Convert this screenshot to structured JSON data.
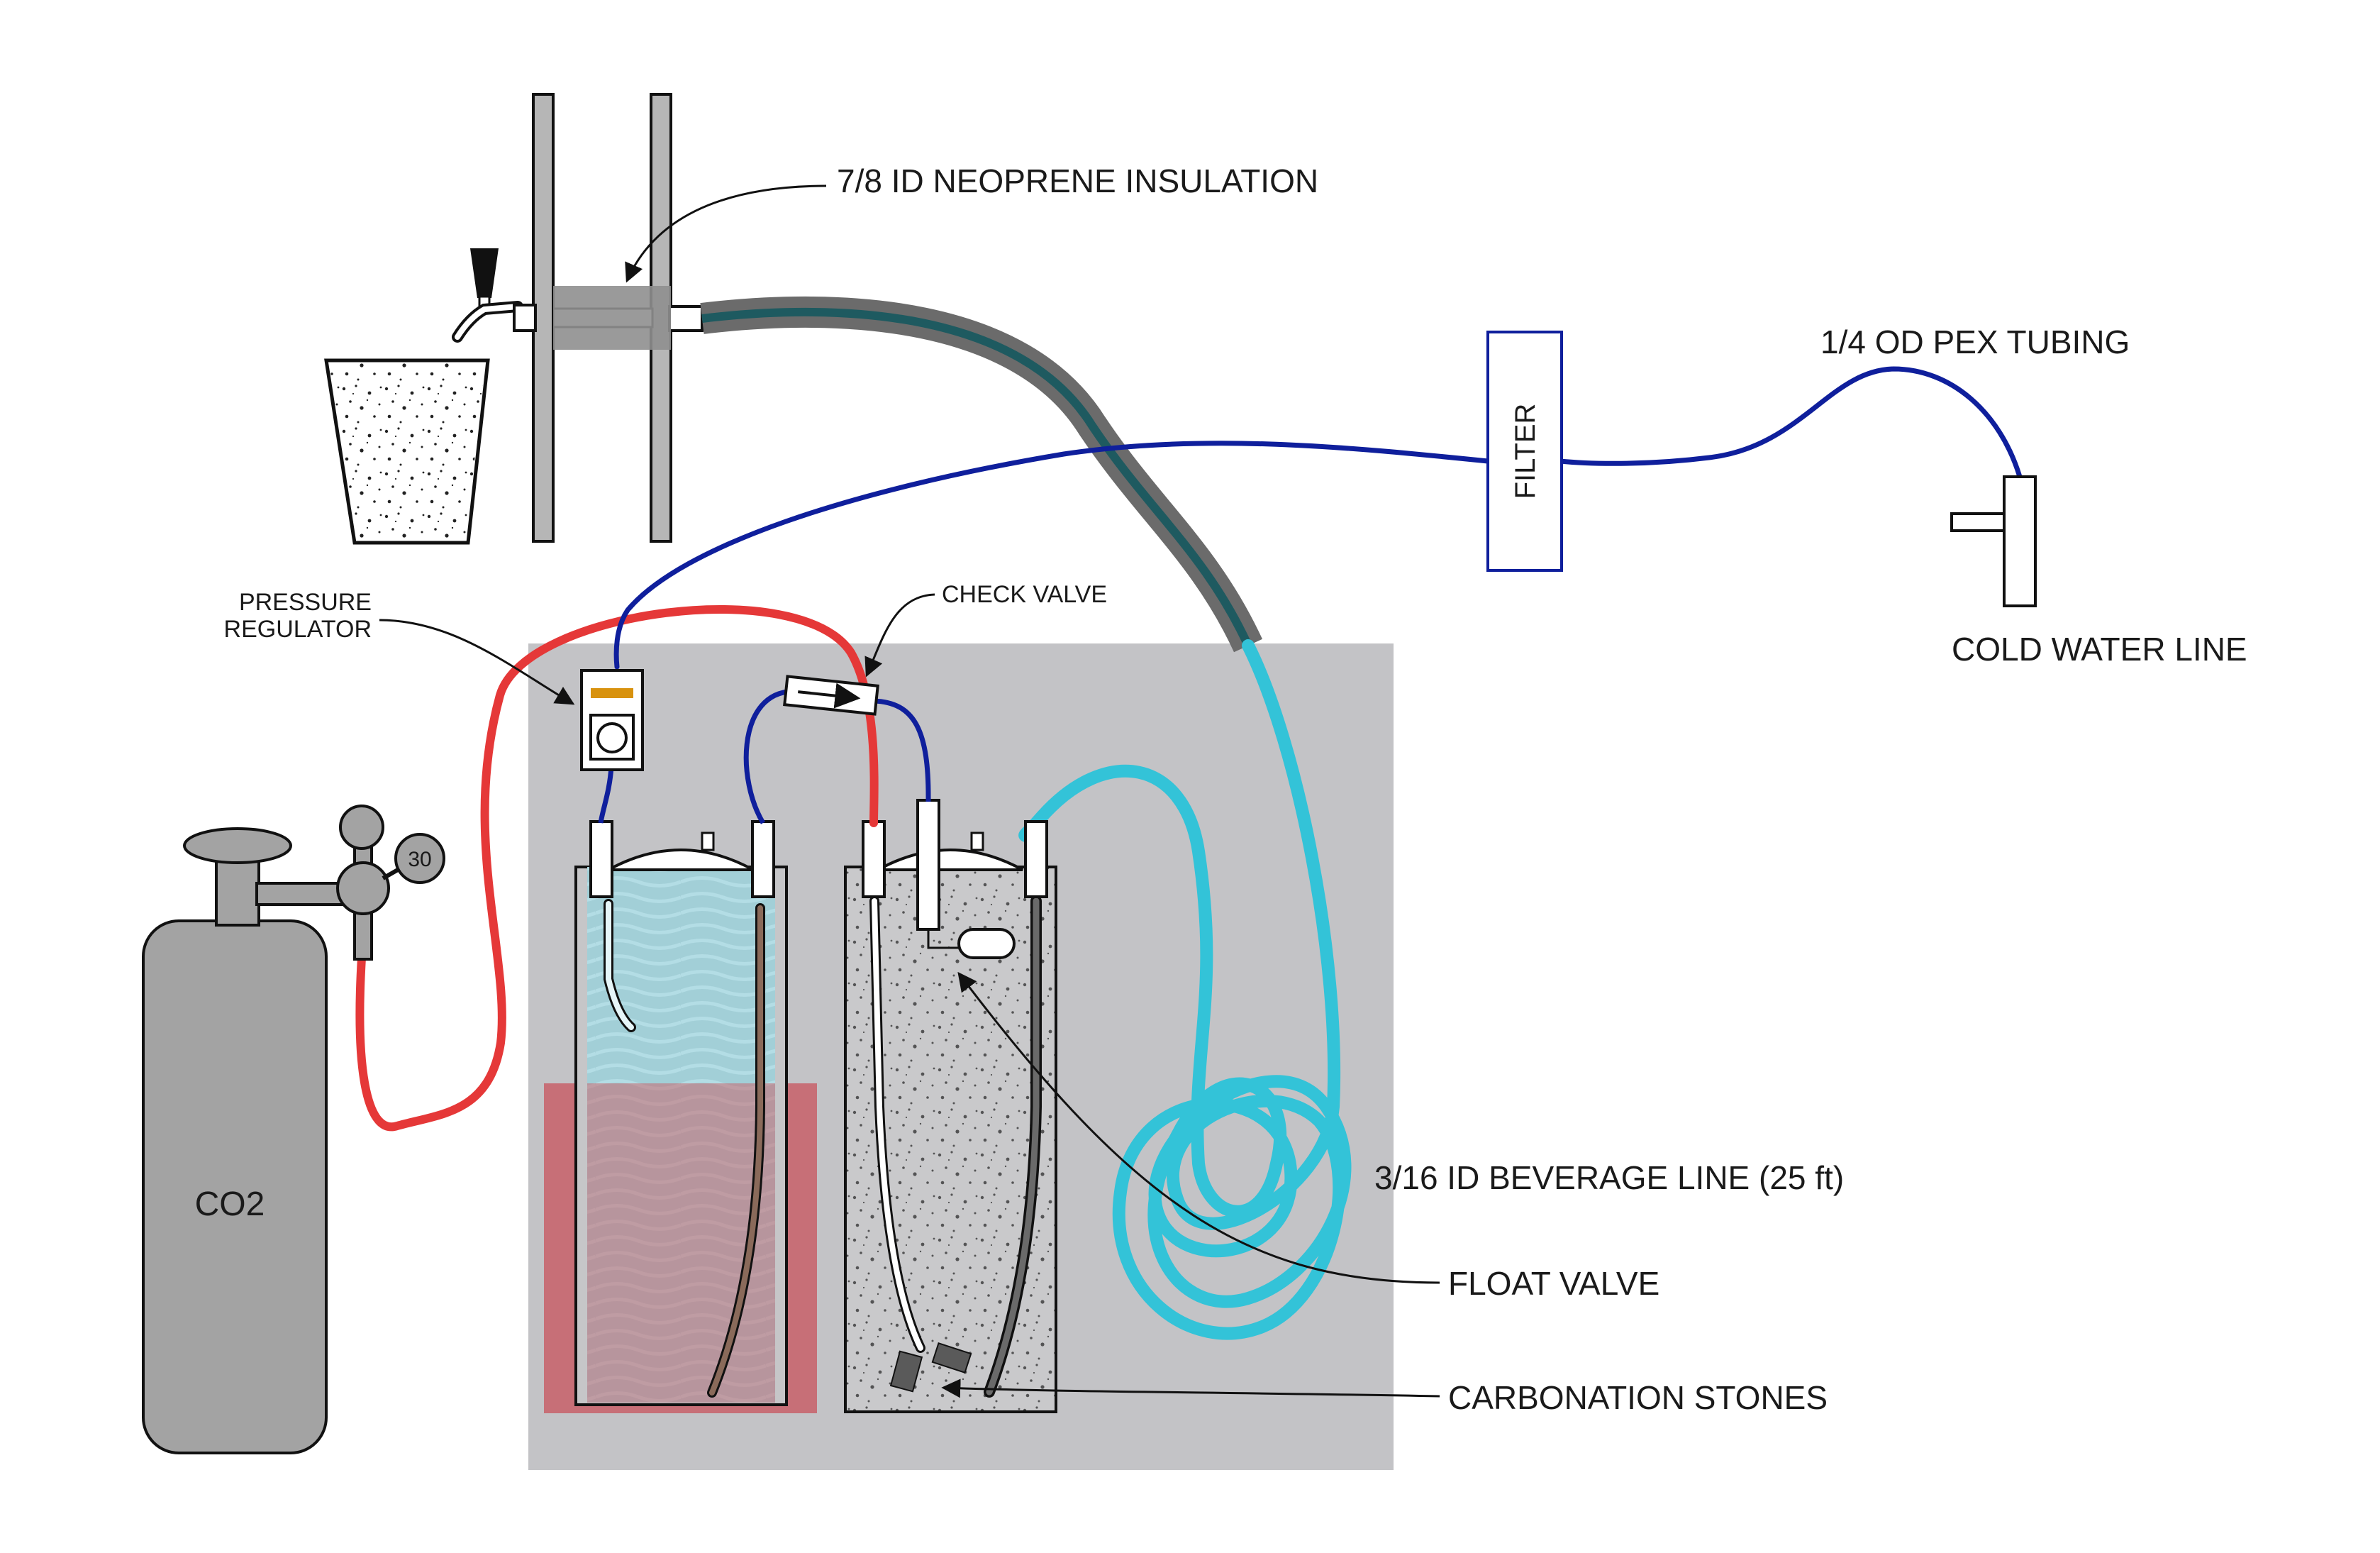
{
  "labels": {
    "insulation": "7/8 ID NEOPRENE INSULATION",
    "pex": "1/4 OD PEX TUBING",
    "filter": "FILTER",
    "cold_water": "COLD WATER LINE",
    "regulator_line1": "PRESSURE",
    "regulator_line2": "REGULATOR",
    "check_valve": "CHECK VALVE",
    "co2": "CO2",
    "gauge_value": "30",
    "beverage_line": "3/16 ID BEVERAGE LINE (25 ft)",
    "float_valve": "FLOAT VALVE",
    "carbonation_stones": "CARBONATION STONES"
  },
  "colors": {
    "co2_line": "#e53838",
    "water_line": "#0f1f9c",
    "beverage_line": "#33c3d8",
    "insulation": "#6b6b6b",
    "cabinet": "#c3c3c6",
    "tank_metal": "#a3a3a3",
    "heater": "#c8666e",
    "cold_water_fill": "#96d2dc",
    "regulator_mark": "#d8920e"
  }
}
